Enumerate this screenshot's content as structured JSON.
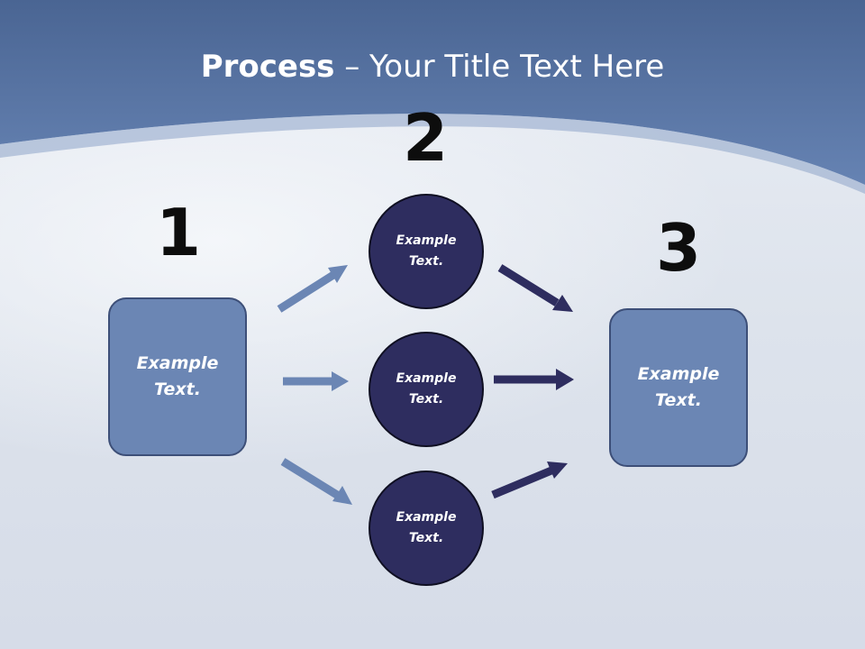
{
  "title": {
    "bold": "Process",
    "rest": " – Your Title Text Here"
  },
  "steps": {
    "one": "1",
    "two": "2",
    "three": "3"
  },
  "input_box": {
    "label": "Example Text."
  },
  "circles": [
    {
      "label": "Example Text."
    },
    {
      "label": "Example Text."
    },
    {
      "label": "Example Text."
    }
  ],
  "output_box": {
    "label": "Example Text."
  },
  "colors": {
    "header_blue": "#5a78a8",
    "box_fill": "#6b86b4",
    "circle_fill": "#2e2d5f",
    "arrow_light": "#6b86b4",
    "arrow_dark": "#2e2d5f"
  }
}
